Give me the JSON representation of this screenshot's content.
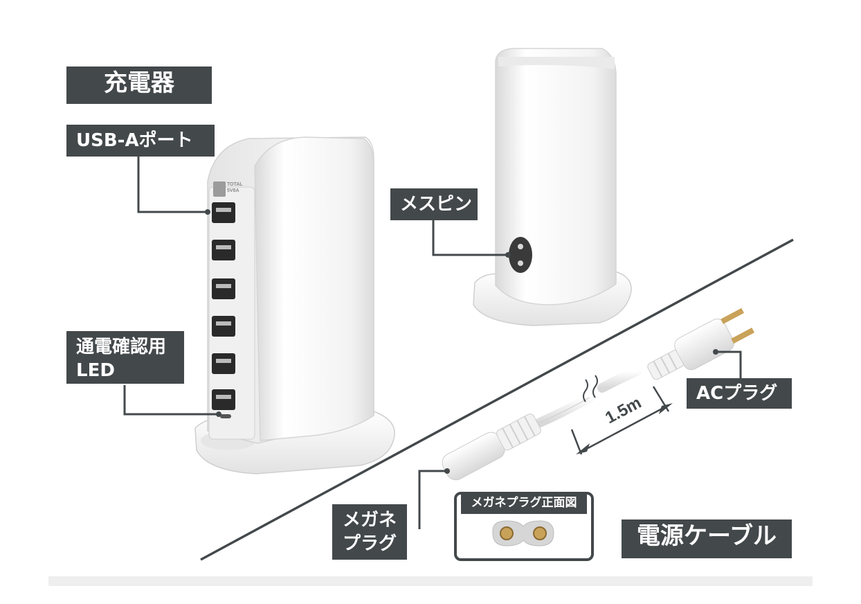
{
  "labels": {
    "charger": "充電器",
    "usb_port": "USB-Aポート",
    "led_line1": "通電確認用",
    "led_line2": "LED",
    "female_pin": "メスピン",
    "ac_plug": "ACプラグ",
    "glasses_line1": "メガネ",
    "glasses_line2": "プラグ",
    "glasses_front": "メガネプラグ正面図",
    "power_cable": "電源ケーブル"
  },
  "cable_length": "1.5m",
  "device_badge": {
    "line1": "TOTAL",
    "line2": "5V8A"
  },
  "colors": {
    "label_bg": "#43484b",
    "label_text": "#ffffff",
    "device_white": "#f6f6f6",
    "port_dark": "#2a2a2a"
  }
}
